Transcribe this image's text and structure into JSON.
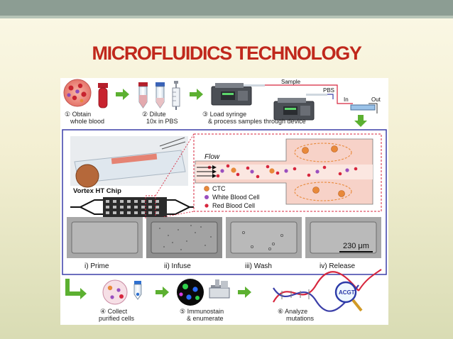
{
  "slide": {
    "title": "MICROFLUIDICS TECHNOLOGY"
  },
  "figure": {
    "steps": [
      {
        "label_1": "① Obtain",
        "label_2": "whole blood"
      },
      {
        "label_1": "② Dilute",
        "label_2": "10x in PBS"
      },
      {
        "label_1": "③ Load syringe",
        "label_2": "& process samples through device"
      },
      {
        "label_1": "④ Collect",
        "label_2": "purified cells"
      },
      {
        "label_1": "⑤ Immunostain",
        "label_2": "& enumerate"
      },
      {
        "label_1": "⑥ Analyze",
        "label_2": "mutations"
      }
    ],
    "pump_labels": {
      "sample": "Sample",
      "pbs": "PBS",
      "in": "In",
      "out": "Out"
    },
    "chip_label": "Vortex HT Chip",
    "flow_label": "Flow",
    "legend": [
      {
        "label": "CTC",
        "color": "#e8893a"
      },
      {
        "label": "White Blood Cell",
        "color": "#9a4fbf"
      },
      {
        "label": "Red Blood Cell",
        "color": "#d7263d"
      }
    ],
    "scale_bar": "230 μm",
    "stages": [
      "i) Prime",
      "ii) Infuse",
      "iii) Wash",
      "iv) Release"
    ],
    "dna_letters": "ACGT",
    "colors": {
      "accent_red": "#c0281c",
      "arrow_green": "#5cb031",
      "frame_blue": "#3b3fa8"
    }
  }
}
